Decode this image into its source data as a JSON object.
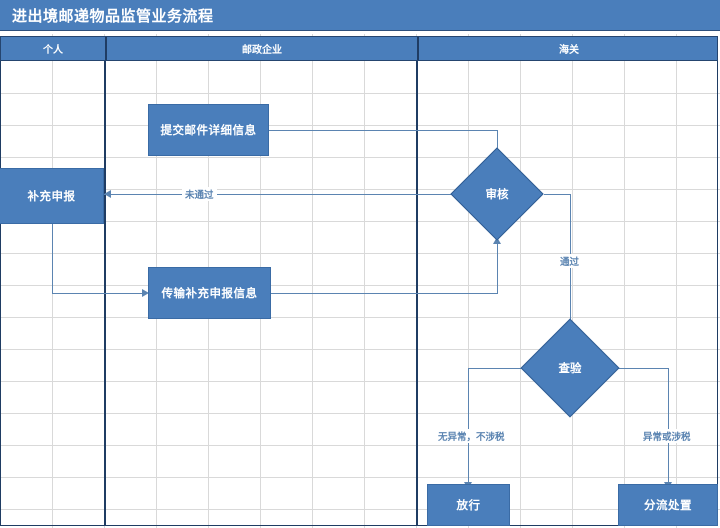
{
  "title": "进出境邮递物品监管业务流程",
  "lanes": [
    {
      "label": "个人"
    },
    {
      "label": "邮政企业"
    },
    {
      "label": "海关"
    }
  ],
  "nodes": [
    {
      "id": "submit",
      "label": "提交邮件详细信息",
      "shape": "process"
    },
    {
      "id": "supp",
      "label": "补充申报",
      "shape": "process"
    },
    {
      "id": "review",
      "label": "审核",
      "shape": "decision"
    },
    {
      "id": "transmit",
      "label": "传输补充申报信息",
      "shape": "process"
    },
    {
      "id": "inspect",
      "label": "查验",
      "shape": "decision"
    },
    {
      "id": "release",
      "label": "放行",
      "shape": "process"
    },
    {
      "id": "divert",
      "label": "分流处置",
      "shape": "process"
    }
  ],
  "edge_labels": {
    "failed": "未通过",
    "passed": "通过",
    "normal_no_tax": "无异常，不涉税",
    "abnormal_or_tax": "异常或涉税"
  },
  "colors": {
    "accent": "#4a7ebb",
    "lane_border": "#1f3c63",
    "connector": "#5b84b1",
    "grid": "#d9d9d9"
  }
}
